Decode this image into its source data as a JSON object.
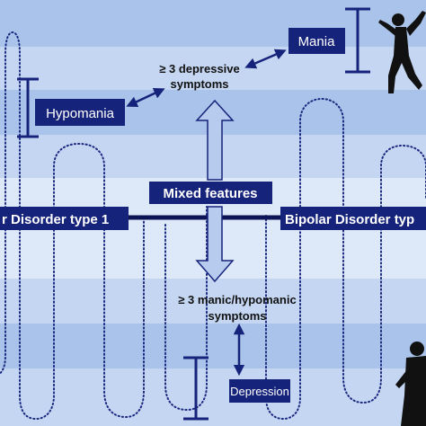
{
  "labels": {
    "mania": "Mania",
    "hypomania": "Hypomania",
    "depression": "Depression",
    "mixed_features": "Mixed features",
    "depressive_line1": "≥ 3 depressive",
    "depressive_line2": "symptoms",
    "manic_line1": "≥ 3 manic/hypomanic",
    "manic_line2": "symptoms",
    "bipolar_left": "r Disorder type 1",
    "bipolar_right": "Bipolar Disorder typ"
  },
  "colors": {
    "band_dark": "#a9c3ea",
    "band_mid": "#c4d6f2",
    "band_light": "#dde8f8",
    "navy": "#16237a",
    "axis": "#0c1456",
    "arrow_fill": "#b6cbee",
    "dotted_line": "#1b2a80",
    "silhouette": "#111111"
  },
  "icons": {
    "top_figure": "jumping-person-icon",
    "bottom_figure": "crouching-person-icon"
  }
}
